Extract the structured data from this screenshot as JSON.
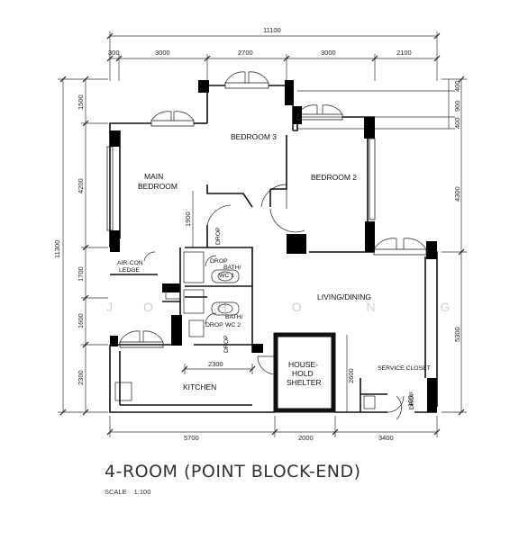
{
  "title": "4-ROOM (POINT BLOCK-END)",
  "scale_label": "SCALE",
  "scale_value": "1:100",
  "watermark": "JO    H O N  G",
  "dimensions": {
    "overall_width": "11100",
    "top": [
      "300",
      "3000",
      "2700",
      "3000",
      "2100"
    ],
    "left": [
      "1500",
      "4200",
      "1900",
      "1700",
      "1600",
      "2300"
    ],
    "overall_height": "11300",
    "right": [
      "400",
      "900",
      "400",
      "4300",
      "5300"
    ],
    "bottom": [
      "5700",
      "2000",
      "3400"
    ],
    "kitchen_internal": "2300",
    "shelter_internal": "2600",
    "closet_internal": "100"
  },
  "rooms": {
    "main_bedroom_1": "MAIN",
    "main_bedroom_2": "BEDROOM",
    "bedroom3": "BEDROOM 3",
    "bedroom2": "BEDROOM 2",
    "aircon_1": "AIR-CON",
    "aircon_2": "LEDGE",
    "bath1_1": "BATH/",
    "bath1_2": "WC 1",
    "bath2_1": "BATH/",
    "bath2_2": "WC 2",
    "living": "LIVING/DINING",
    "kitchen": "KITCHEN",
    "shelter_1": "HOUSE-",
    "shelter_2": "HOLD",
    "shelter_3": "SHELTER",
    "service_closet": "SERVICE CLOSET",
    "drop": "DROP"
  }
}
